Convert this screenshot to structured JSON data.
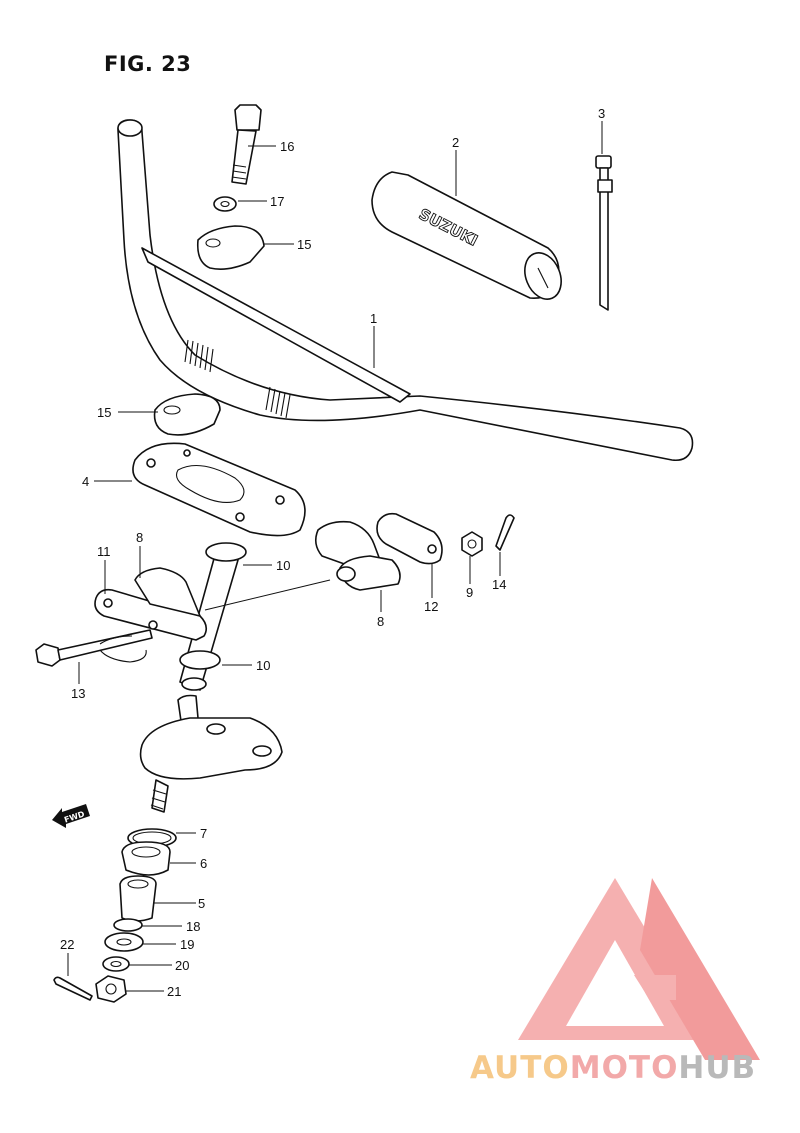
{
  "figure": {
    "title": "FIG. 23"
  },
  "brand_text": "SUZUKI",
  "fwd_label": "FWD",
  "callouts": [
    "1",
    "2",
    "3",
    "4",
    "5",
    "6",
    "7",
    "8",
    "8",
    "9",
    "10",
    "10",
    "11",
    "12",
    "13",
    "14",
    "15",
    "15",
    "16",
    "17",
    "18",
    "19",
    "20",
    "21",
    "22"
  ],
  "watermark": {
    "part1": "AUTO",
    "part2": "MOTO",
    "part3": "HUB",
    "colors": {
      "orange": "#f6c98a",
      "red": "#f08a8a",
      "grey": "#b9b9b9"
    }
  }
}
